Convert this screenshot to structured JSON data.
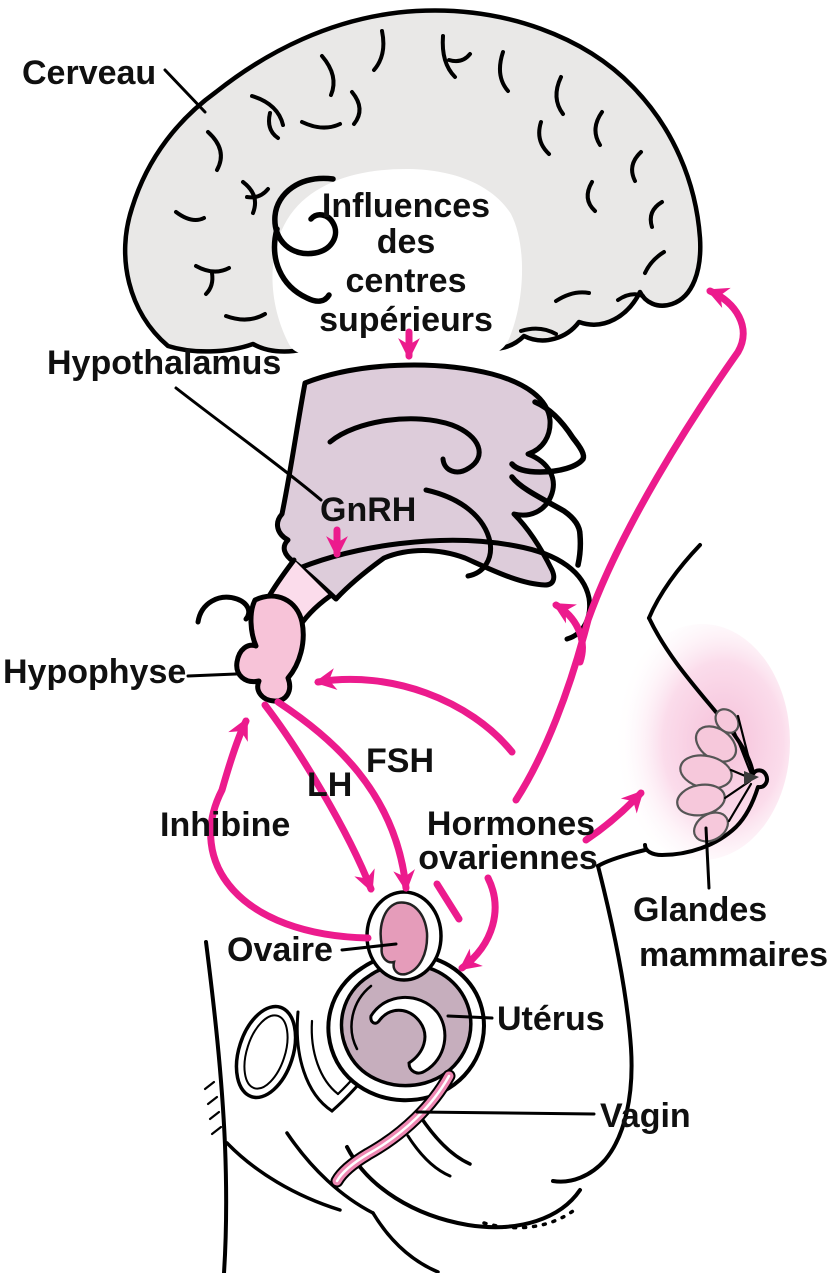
{
  "diagram": {
    "language": "fr",
    "labels": {
      "cerveau": "Cerveau",
      "influences": [
        "Influences",
        "des",
        "centres",
        "supérieurs"
      ],
      "hypothalamus": "Hypothalamus",
      "gnrh": "GnRH",
      "hypophyse": "Hypophyse",
      "fsh": "FSH",
      "lh": "LH",
      "inhibine": "Inhibine",
      "hormones_ovariennes": [
        "Hormones",
        "ovariennes"
      ],
      "glandes_mammaires": [
        "Glandes",
        "mammaires"
      ],
      "ovaire": "Ovaire",
      "uterus": "Utérus",
      "vagin": "Vagin"
    },
    "colors": {
      "arrow": "#ec1b8d",
      "outline": "#000000",
      "brain_fill": "#e9e8e7",
      "hypothalamus_fill": "#ddccda",
      "pituitary_fill": "#f7c3d8",
      "ovary_fill": "#e59cba",
      "uterus_fill": "#c6aebd",
      "vagina": "#ee87b2",
      "breast_lobe_fill": "#f6c8db"
    },
    "flows": [
      {
        "from": "centres supérieurs",
        "to": "Hypothalamus",
        "hormone": ""
      },
      {
        "from": "Hypothalamus",
        "to": "Hypophyse",
        "hormone": "GnRH"
      },
      {
        "from": "Hypophyse",
        "to": "Ovaire",
        "hormone": "LH"
      },
      {
        "from": "Hypophyse",
        "to": "Ovaire",
        "hormone": "FSH"
      },
      {
        "from": "Ovaire",
        "to": "Hypophyse",
        "hormone": "Inhibine"
      },
      {
        "from": "Ovaire",
        "to": "Hypophyse",
        "hormone": "Hormones ovariennes"
      },
      {
        "from": "Ovaire",
        "to": "Hypothalamus",
        "hormone": "Hormones ovariennes"
      },
      {
        "from": "Ovaire",
        "to": "Cerveau",
        "hormone": "Hormones ovariennes"
      },
      {
        "from": "Ovaire",
        "to": "Glandes mammaires",
        "hormone": "Hormones ovariennes"
      },
      {
        "from": "Ovaire",
        "to": "Utérus",
        "hormone": "Hormones ovariennes"
      }
    ]
  }
}
